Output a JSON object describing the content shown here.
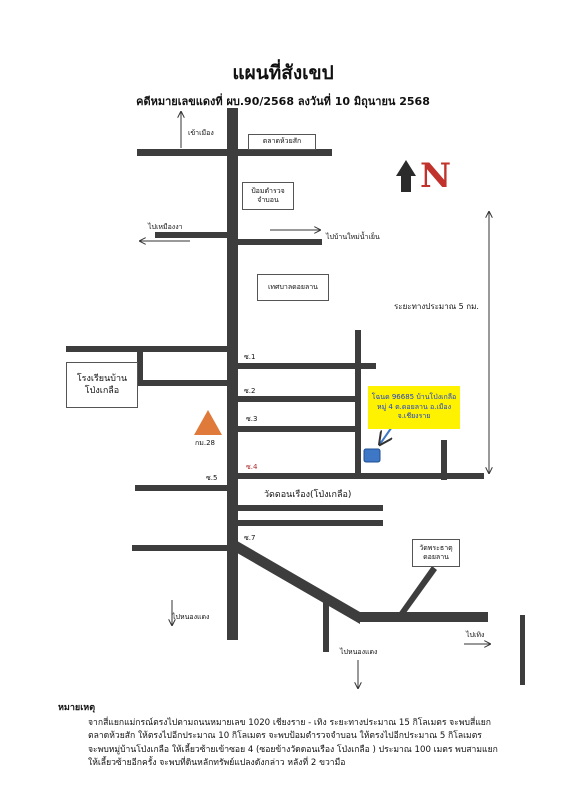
{
  "title": "แผนที่สังเขป",
  "subtitle": "คดีหมายเลขแดงที่ ผบ.90/2568  ลงวันที่ 10 มิถุนายน 2568",
  "north": "N",
  "colors": {
    "road": "#3d3d3d",
    "north_arrow": "#2b2b2b",
    "north_letter": "#c0322b",
    "target_box": "#fff200",
    "target_text": "#1a3fd1",
    "marker": "#e07a3a",
    "house_pin": "#3d77c6",
    "soi4_label": "#b02a2a"
  },
  "labels": {
    "to_mueang": "เข้าเมือง",
    "to_mae_ngao": "ไปเหมืองงา",
    "to_ban_mai_nam_yen": "ไปบ้านใหม่น้ำเย็น",
    "to_nong_daeng_1": "ไปหนองแดง",
    "to_nong_daeng_2": "ไปหนองแดง",
    "to_thoeng": "ไปเทิง",
    "km_marker": "กม.28",
    "distance": "ระยะทางประมาณ 5 กม.",
    "soi1": "ซ.1",
    "soi2": "ซ.2",
    "soi3": "ซ.3",
    "soi4": "ซ.4",
    "soi5": "ซ.5",
    "soi7": "ซ.7",
    "temple_doi_rueang": "วัดดอนเรือง(โป่งเกลือ)"
  },
  "boxes": {
    "market": "ตลาดห้วยสัก",
    "police_line1": "ป้อมตำรวจ",
    "police_line2": "จำบอน",
    "municipality": "เทศบาลดอยลาน",
    "school_line1": "โรงเรียนบ้าน",
    "school_line2": "โป่งเกลือ",
    "temple_phrathat_line1": "วัดพระธาตุ",
    "temple_phrathat_line2": "ดอยลาน"
  },
  "target": {
    "line1": "โฉนด 96685 บ้านโป่งเกลือ",
    "line2": "หมู่ 4 ต.ดอยลาน อ.เมือง",
    "line3": "จ.เชียงราย"
  },
  "notes": {
    "heading": "หมายเหตุ",
    "line1": "จากสี่แยกแม่กรณ์ตรงไปตามถนนหมายเลข 1020  เชียงราย - เทิง ระยะทางประมาณ 15 กิโลเมตร จะพบสี่แยก",
    "line2": "ตลาดห้วยสัก ให้ตรงไปอีกประมาณ 10 กิโลเมตร จะพบป้อมตำรวจจำบอน ให้ตรงไปอีกประมาณ 5 กิโลเมตร",
    "line3": "จะพบหมู่บ้านโป่งเกลือ ให้เลี้ยวซ้ายเข้าซอย 4 (ซอยข้างวัดดอนเรือง โป่งเกลือ ) ประมาณ 100 เมตร พบสามแยก",
    "line4": "ให้เลี้ยวซ้ายอีกครั้ง จะพบที่ดินหลักทรัพย์แปลงดังกล่าว หลังที่ 2 ขวามือ"
  }
}
